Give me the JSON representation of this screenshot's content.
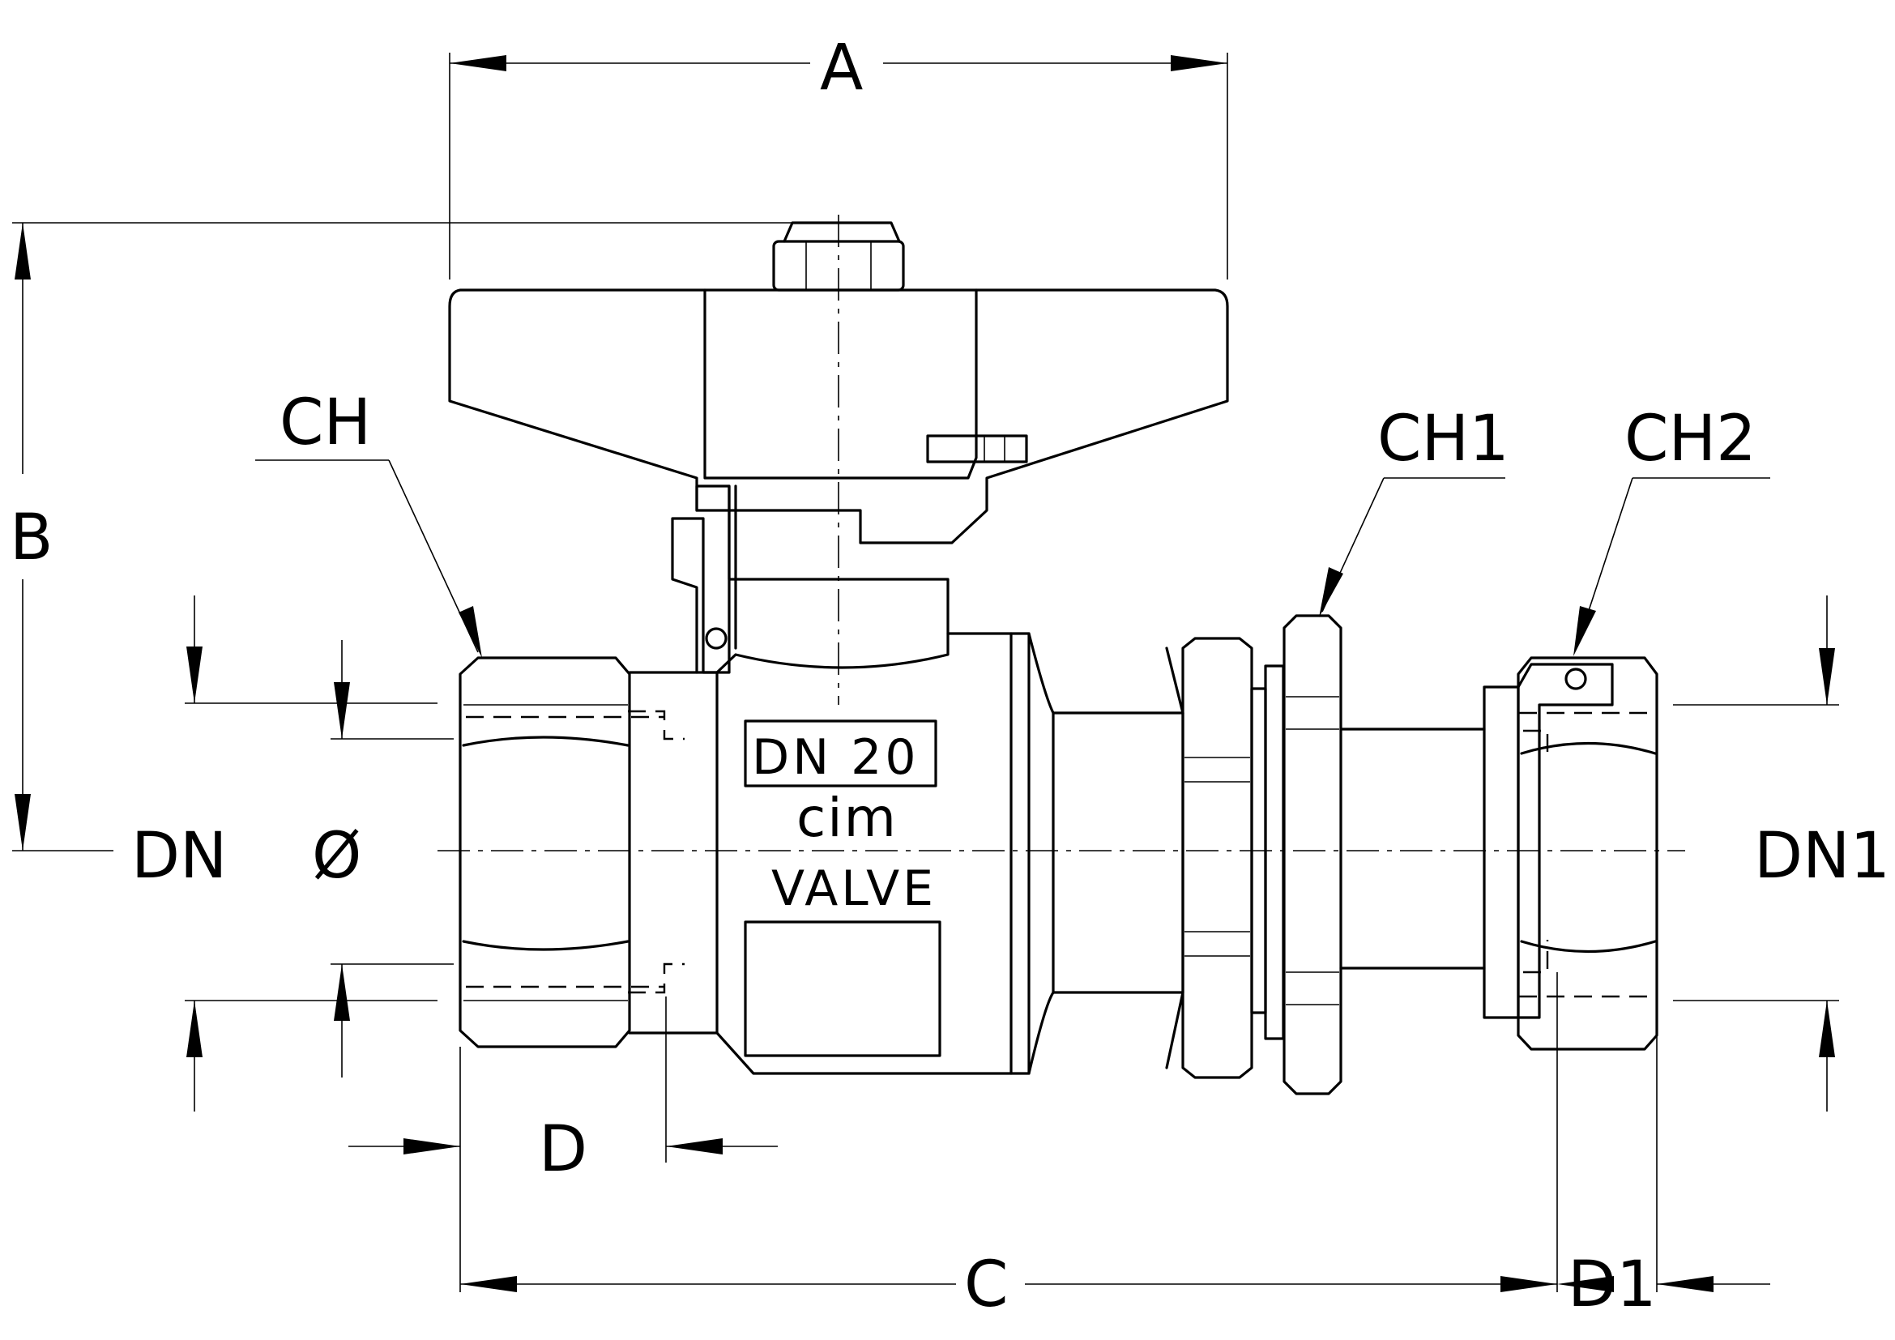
{
  "labels": {
    "A": "A",
    "B": "B",
    "C": "C",
    "D": "D",
    "D1": "D1",
    "DN": "DN",
    "DN1": "DN1",
    "phi": "Ø",
    "CH": "CH",
    "CH1": "CH1",
    "CH2": "CH2"
  },
  "body_marking": {
    "size": "DN 20",
    "brand": "cim",
    "word": "VALVE"
  },
  "colors": {
    "line": "#000000",
    "background": "#ffffff"
  }
}
